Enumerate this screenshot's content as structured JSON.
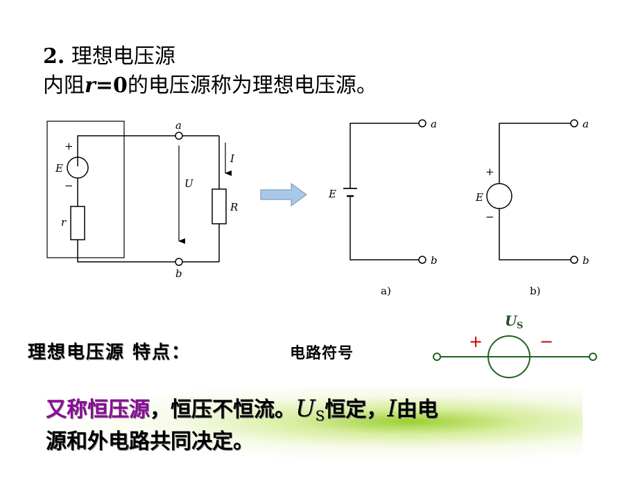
{
  "heading": {
    "number": "2.",
    "title": "理想电压源",
    "line2_prefix": "内阻",
    "line2_var": "r",
    "line2_eq": "=0",
    "line2_suffix": "的电压源称为理想电压源。"
  },
  "circuit_main": {
    "plus": "+",
    "minus": "−",
    "source_label": "E",
    "internal_resistor_label": "r",
    "terminal_a": "a",
    "terminal_b": "b",
    "voltage_label": "U",
    "current_label": "I",
    "load_label": "R"
  },
  "circuit_a": {
    "source_label": "E",
    "terminal_a": "a",
    "terminal_b": "b",
    "caption": "a)"
  },
  "circuit_b": {
    "plus": "+",
    "minus": "−",
    "source_label": "E",
    "terminal_a": "a",
    "terminal_b": "b",
    "caption": "b)"
  },
  "symbol": {
    "label_main": "U",
    "label_sub": "S",
    "plus": "+",
    "minus": "−"
  },
  "features": {
    "label": "理想电压源 特点：",
    "symbol_label": "电路符号"
  },
  "description": {
    "purple_part": "又称恒压源",
    "part2": "，恒压不恒流。",
    "us_main": "U",
    "us_sub": "S",
    "part3": "恒定，",
    "i_var": "I",
    "part4": "由电",
    "line2": "源和外电路共同决定。"
  },
  "colors": {
    "circuit_line": "#000000",
    "symbol_line": "#1f5f1f",
    "symbol_plus_minus": "#cc0000",
    "arrow_fill": "#a9c8e8",
    "purple_text": "#8b0a9a",
    "highlight_green": "#96cd28"
  }
}
